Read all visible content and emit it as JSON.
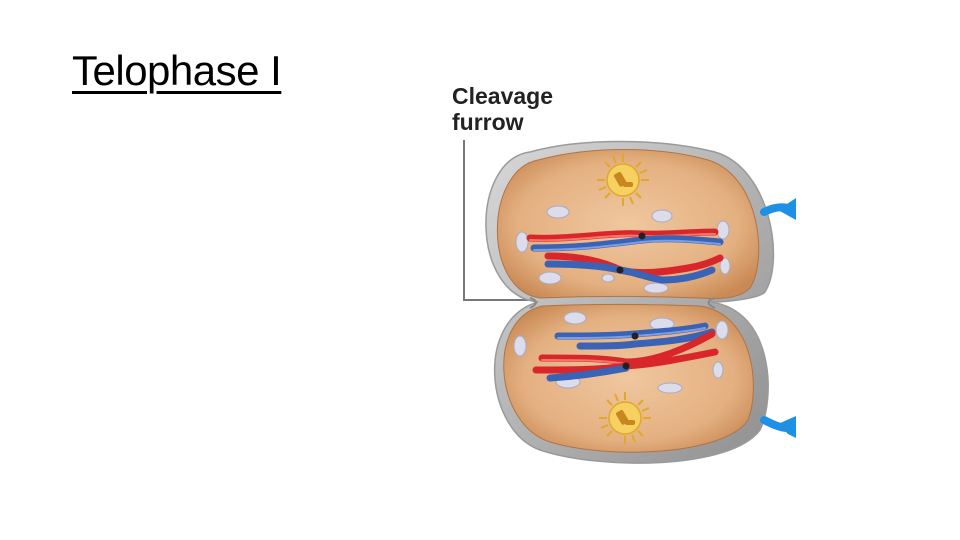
{
  "slide": {
    "title": "Telophase I"
  },
  "diagram": {
    "label_line1": "Cleavage",
    "label_line2": "furrow"
  },
  "colors": {
    "cell_fill": "#e4b081",
    "cell_edge": "#a8a8a8",
    "chromatid_red": "#d9262b",
    "chromatid_blue": "#3a62b5",
    "centrosome": "#f2c23a",
    "arrow": "#1e90e6"
  },
  "icons": [
    "centrosome-icon",
    "arrow-icon"
  ]
}
